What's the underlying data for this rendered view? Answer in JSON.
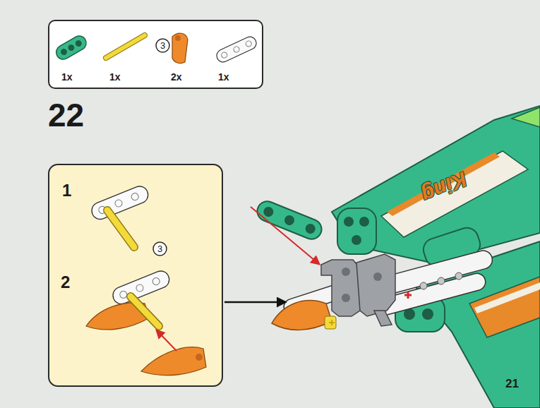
{
  "diagram": {
    "nodes": [
      {
        "text": [
          "1x",
          "1x",
          "2x",
          "1x"
        ]
      },
      {
        "text": [
          "3"
        ],
        "in": 0
      },
      {
        "text": [
          "1",
          "2"
        ]
      },
      {
        "text": [
          "3"
        ],
        "in": 2
      }
    ],
    "labels": [
      "22",
      "21",
      "King"
    ]
  }
}
